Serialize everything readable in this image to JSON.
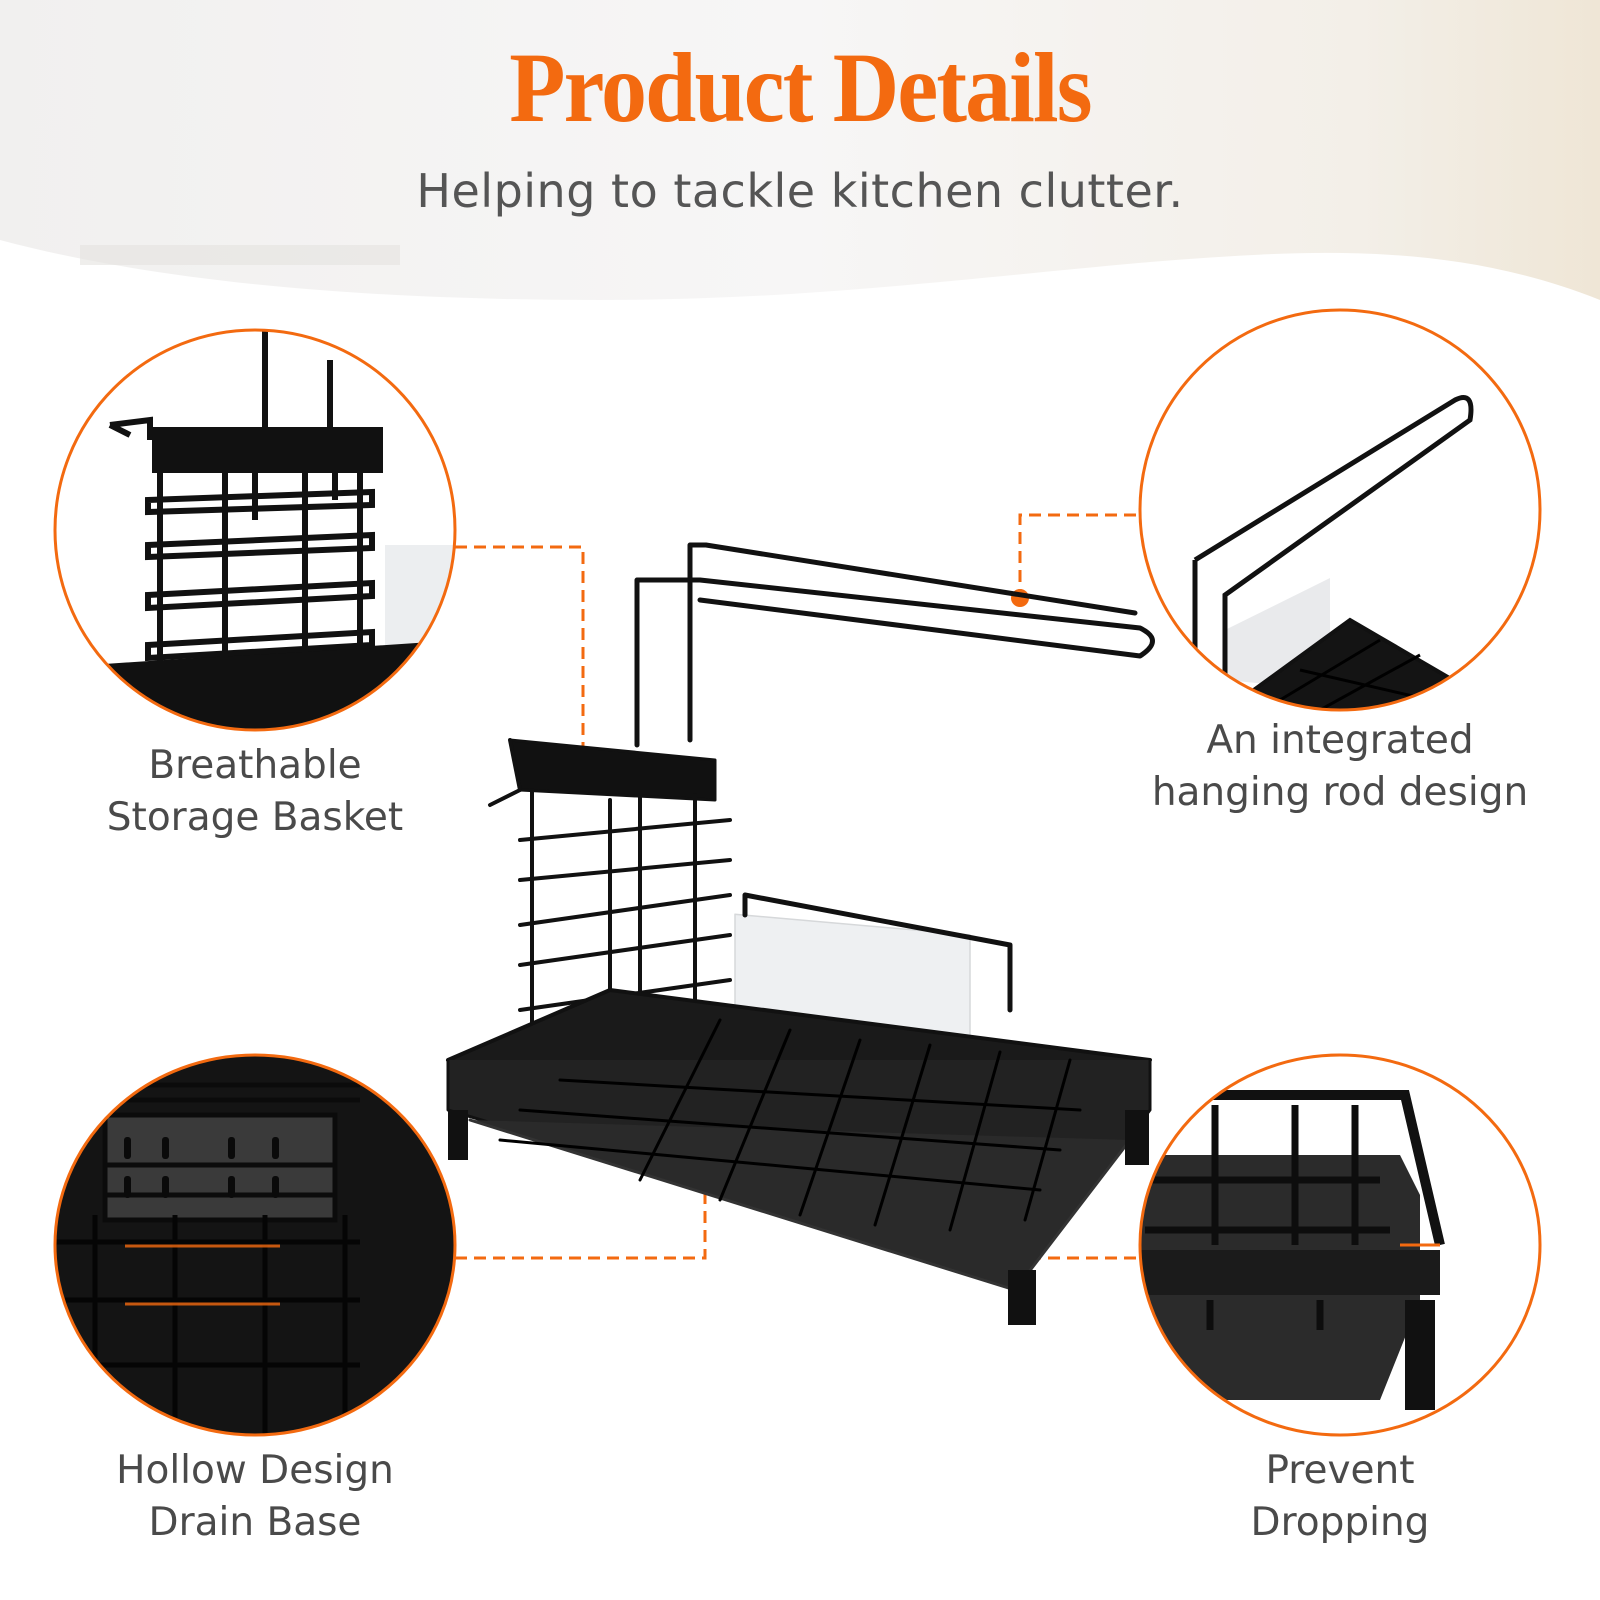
{
  "header": {
    "title": "Product Details",
    "subtitle": "Helping to tackle kitchen clutter."
  },
  "colors": {
    "accent": "#f36a10",
    "text": "#4a4a4a",
    "product": "#111111",
    "background": "#ffffff"
  },
  "callouts": [
    {
      "id": "storage-basket",
      "line1": "Breathable",
      "line2": "Storage Basket",
      "position": "top-left"
    },
    {
      "id": "hanging-rod",
      "line1": "An integrated",
      "line2": "hanging rod design",
      "position": "top-right"
    },
    {
      "id": "drain-base",
      "line1": "Hollow Design",
      "line2": "Drain Base",
      "position": "bottom-left"
    },
    {
      "id": "prevent-dropping",
      "line1": "Prevent",
      "line2": "Dropping",
      "position": "bottom-right"
    }
  ]
}
